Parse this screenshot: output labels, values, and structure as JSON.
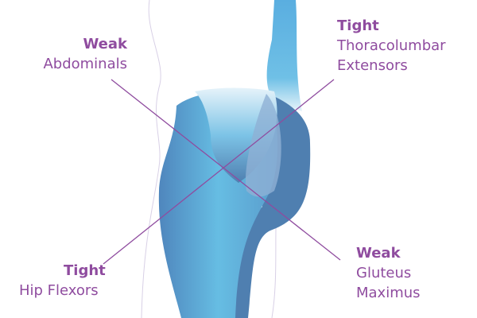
{
  "labels": {
    "top_left": {
      "status": "Weak",
      "muscle": "Abdominals"
    },
    "top_right": {
      "status": "Tight",
      "muscle_line1": "Thoracolumbar",
      "muscle_line2": "Extensors"
    },
    "bottom_left": {
      "status": "Tight",
      "muscle": "Hip Flexors"
    },
    "bottom_right": {
      "status": "Weak",
      "muscle_line1": "Gluteus",
      "muscle_line2": "Maximus"
    }
  },
  "colors": {
    "text": "#8f4c9f",
    "line": "#8f4c9f",
    "light_blue": "#66bde3",
    "mid_blue": "#5a9ccc",
    "dark_blue": "#4f7fb0"
  }
}
